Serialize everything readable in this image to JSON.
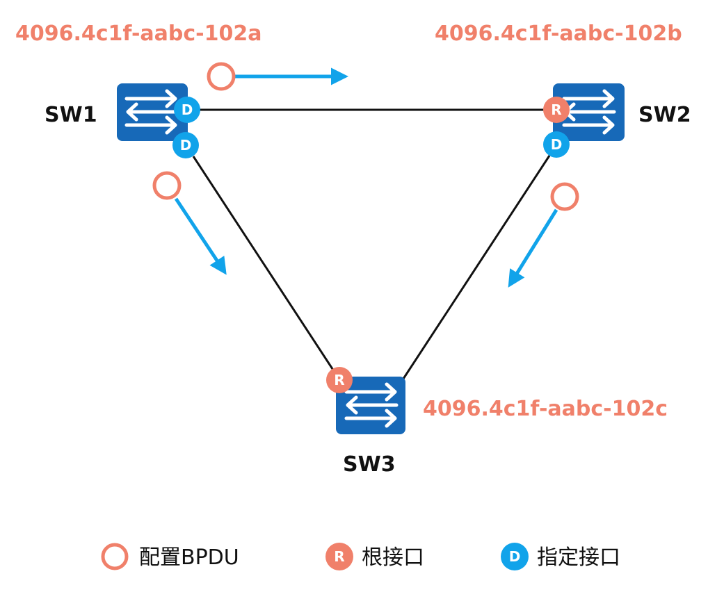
{
  "colors": {
    "bpdu": "#f0806a",
    "root_port": "#f0806a",
    "designated_port": "#11a3ea",
    "switch_body": "#1769b8",
    "arrow": "#11a3ea",
    "link": "#111111",
    "bridge_id_text": "#f0806a"
  },
  "switches": [
    {
      "id": "sw1",
      "label": "SW1",
      "bridge_id": "4096.4c1f-aabc-102a"
    },
    {
      "id": "sw2",
      "label": "SW2",
      "bridge_id": "4096.4c1f-aabc-102b"
    },
    {
      "id": "sw3",
      "label": "SW3",
      "bridge_id": "4096.4c1f-aabc-102c"
    }
  ],
  "ports": [
    {
      "switch": "SW1",
      "link": "SW1-SW2",
      "role": "designated",
      "letter": "D"
    },
    {
      "switch": "SW1",
      "link": "SW1-SW3",
      "role": "designated",
      "letter": "D"
    },
    {
      "switch": "SW2",
      "link": "SW1-SW2",
      "role": "root",
      "letter": "R"
    },
    {
      "switch": "SW2",
      "link": "SW2-SW3",
      "role": "designated",
      "letter": "D"
    },
    {
      "switch": "SW3",
      "link": "SW1-SW3",
      "role": "root",
      "letter": "R"
    }
  ],
  "links": [
    "SW1-SW2",
    "SW1-SW3",
    "SW2-SW3"
  ],
  "bpdu_flows": [
    {
      "from": "SW1",
      "toward": "SW2",
      "icon": "bpdu-circle"
    },
    {
      "from": "SW1",
      "toward": "SW3",
      "icon": "bpdu-circle"
    },
    {
      "from": "SW2",
      "toward": "SW3",
      "icon": "bpdu-circle"
    }
  ],
  "legend": [
    {
      "icon": "bpdu-circle",
      "letter": "",
      "label": "配置BPDU"
    },
    {
      "icon": "root-port-badge",
      "letter": "R",
      "label": "根接口"
    },
    {
      "icon": "designated-port-badge",
      "letter": "D",
      "label": "指定接口"
    }
  ]
}
